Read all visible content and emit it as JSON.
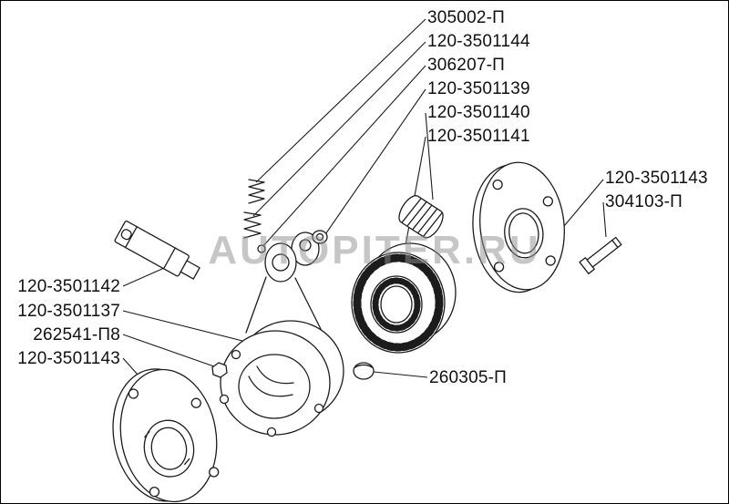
{
  "watermark": "AUTOPITER.RU",
  "callouts": {
    "top": [
      "305002-П",
      "120-3501144",
      "306207-П",
      "120-3501139",
      "120-3501140",
      "120-3501141"
    ],
    "right": [
      "120-3501143",
      "304103-П"
    ],
    "left": [
      "120-3501142",
      "120-3501137",
      "262541-П8",
      "120-3501143"
    ],
    "bottom": [
      "260305-П"
    ]
  }
}
